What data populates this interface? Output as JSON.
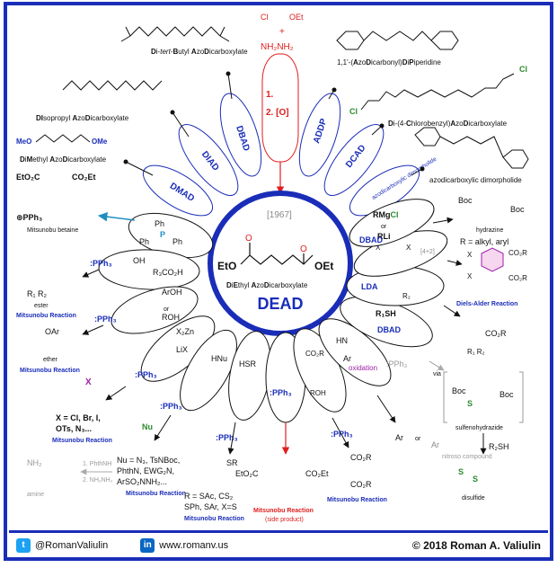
{
  "colors": {
    "frame": "#1a2db8",
    "red": "#e01e1e",
    "green": "#2a8a2a",
    "purple": "#9b1fa6",
    "link": "#1a2db8",
    "teal": "#1f8fc0"
  },
  "center": {
    "year": "[1967]",
    "name_parts": [
      "D",
      "i",
      "E",
      "thyl ",
      "A",
      "zo",
      "D",
      "i",
      "carboxylate"
    ],
    "acronym": "DEAD",
    "struct_left": "EtO",
    "struct_right": "OEt"
  },
  "reagents": {
    "dbad_name": [
      "D",
      "i-",
      "tert",
      "-",
      "B",
      "utyl ",
      "A",
      "zo",
      "D",
      "icarboxylate"
    ],
    "diad_name": [
      "D",
      "I",
      "sopropyl ",
      "A",
      "zo",
      "D",
      "icarboxylate"
    ],
    "dmad_name": [
      "D",
      "i",
      "M",
      "ethyl ",
      "A",
      "zo",
      "D",
      "icarboxylate"
    ],
    "addp_name": [
      "1,1'-(",
      "A",
      "zo",
      "D",
      "icarbonyl)",
      "D",
      "i",
      "P",
      "iperidine"
    ],
    "dcad_name": [
      "D",
      "i-(4-",
      "C",
      "hlorobenzyl)",
      "A",
      "zo",
      "D",
      "icarboxylate"
    ],
    "dimorph_name": "azodicarbox ylic dimorpholide",
    "synth_top": "Cl",
    "synth_top2": "OEt",
    "plus": "+",
    "hydrazine": "NH₂NH₂",
    "step1": "1.",
    "step2": "2. [O]"
  },
  "petals": [
    {
      "label": "DIAD"
    },
    {
      "label": "DBAD"
    },
    {
      "label": "ADDP"
    },
    {
      "label": "DCAD"
    },
    {
      "label": "DMAD"
    },
    {
      "label": "azodicarboxylic dimorpholide"
    }
  ],
  "labels": {
    "mitsunobu_betaine": "Mitsunobu betaine",
    "ester": "ester",
    "ether": "ether",
    "mitsunobu": "Mitsunobu Reaction",
    "mitsunobu_side": "Mitsunobu Reaction",
    "side_product": "(side product)",
    "hydrazine": "hydrazine",
    "r_alkyl": "R = alkyl, aryl",
    "diels_alder": "Diels-Alder Reaction",
    "oxidation": "oxidation",
    "via": "via",
    "sulfenohydrazide": "sulfenohydrazide",
    "nitroso": "nitroso compound",
    "disulfide": "disulfide",
    "amine": "amine",
    "phthnh": "1. PhthNH",
    "nh2nh2": "2. NH₂NH₂",
    "halides": "X = Cl, Br, I,",
    "halides2": "OTs, N₃...",
    "nu_list": "Nu = N₃, TsNBoc,",
    "nu_list2": "PhthN, EWG₂N,",
    "nu_list3": "ArSO₂NNH₂...",
    "sac": "R = SAc, CS₂",
    "sac2": "SPh, SAr, X=S",
    "dbad_small": "DBAD",
    "dbad_small2": "DBAD",
    "lda": "LDA",
    "r1sh": "R₁SH",
    "pph3": ":PPh₃",
    "rmgcl": "RMgCl",
    "or": "or",
    "rli": "RLi",
    "plus42": "[4+2]",
    "r2sh": "R₂SH",
    "x2zn": "X₂Zn",
    "lix": "LiX",
    "hnu": "HNu",
    "hsr": "HSR",
    "aroh": "ArOH",
    "roh": "ROH",
    "r3co2h": "R₃CO₂H",
    "co2r": "CO₂R",
    "boc": "Boc"
  },
  "footer": {
    "twitter": "@RomanValiulin",
    "site": "www.romanv.us",
    "copyright": "© 2018 Roman A. Valiulin"
  }
}
